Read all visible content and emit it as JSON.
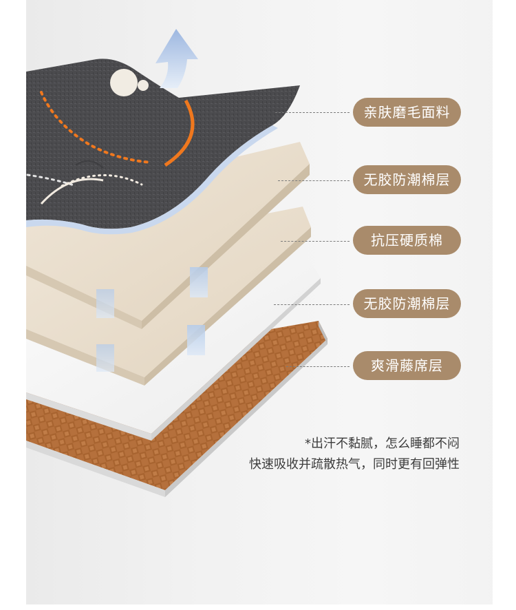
{
  "layers": [
    {
      "label": "亲肤磨毛面料"
    },
    {
      "label": "无胶防潮棉层"
    },
    {
      "label": "抗压硬质棉"
    },
    {
      "label": "无胶防潮棉层"
    },
    {
      "label": "爽滑藤席层"
    }
  ],
  "caption": {
    "line1": "*出汗不黏腻，怎么睡都不闷",
    "line2": "快速吸收并疏散热气，同时更有回弹性"
  },
  "colors": {
    "label_bg": "#a98b6b",
    "rattan": "#b5703c",
    "foam": "#e8dccb",
    "fabric": "#4a4a4c",
    "accent_orange": "#f0781e"
  }
}
